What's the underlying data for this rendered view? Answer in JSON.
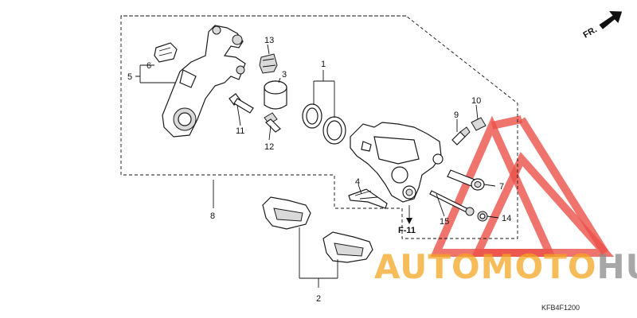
{
  "diagram": {
    "front_indicator": "FR.",
    "reference_label": "F-11",
    "diagram_code": "KFB4F1200",
    "part_numbers": {
      "p1": "1",
      "p2": "2",
      "p3": "3",
      "p4": "4",
      "p5": "5",
      "p6": "6",
      "p7": "7",
      "p8": "8",
      "p9": "9",
      "p10": "10",
      "p11": "11",
      "p12": "12",
      "p13": "13",
      "p14": "14",
      "p15": "15"
    }
  },
  "watermark": {
    "part1": "AUTO",
    "part2": "MOTO",
    "part3": "HUB",
    "color_orange": "#f5a623",
    "color_red": "#e8332a",
    "color_gray": "#8a8a8a"
  }
}
